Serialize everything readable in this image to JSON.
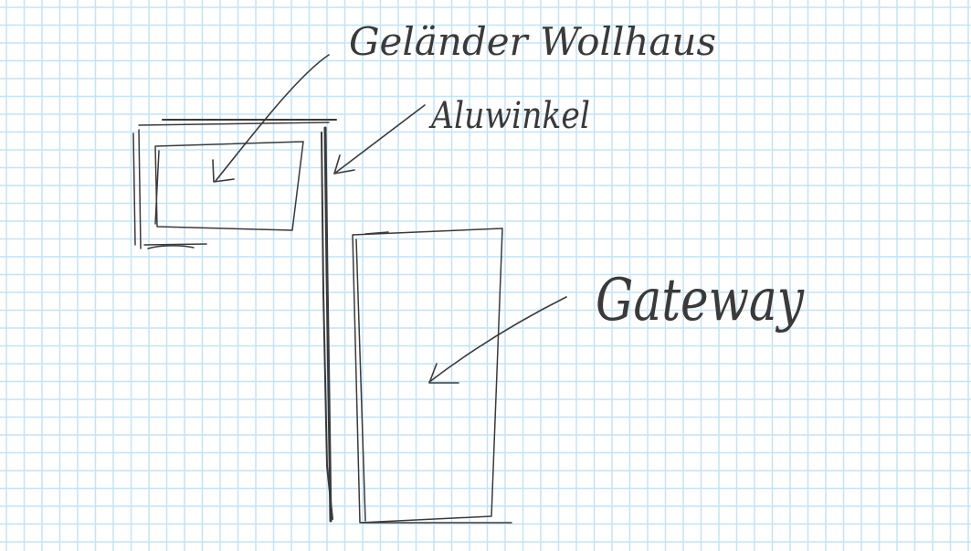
{
  "paper": {
    "grid_color": "#c6e3f4",
    "background": "#ffffff",
    "ink_color": "#3a3a3a"
  },
  "labels": {
    "railing": "Geländer Wollhaus",
    "angle": "Aluwinkel",
    "gateway": "Gateway"
  }
}
